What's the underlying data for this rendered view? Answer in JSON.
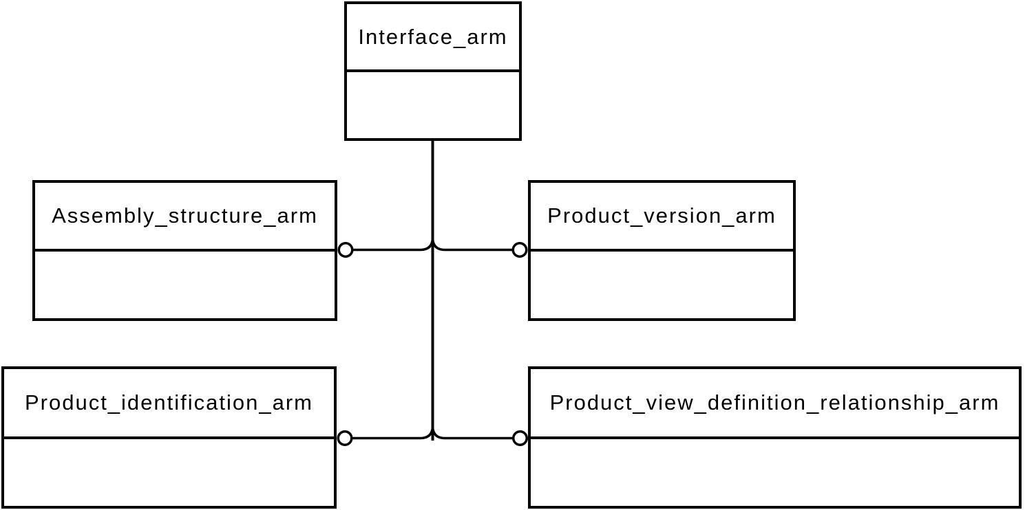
{
  "diagram": {
    "kind": "schema-interface-diagram",
    "background_color": "#ffffff",
    "line_color": "#000000",
    "node_fill_color": "#ffffff",
    "terminator_style": "open-circle",
    "nodes": [
      {
        "id": "interface_arm",
        "label": "Interface_arm",
        "role": "root"
      },
      {
        "id": "assembly_structure_arm",
        "label": "Assembly_structure_arm",
        "role": "leaf"
      },
      {
        "id": "product_version_arm",
        "label": "Product_version_arm",
        "role": "leaf"
      },
      {
        "id": "product_identification_arm",
        "label": "Product_identification_arm",
        "role": "leaf"
      },
      {
        "id": "product_view_definition_relationship_arm",
        "label": "Product_view_definition_relationship_arm",
        "role": "leaf"
      }
    ],
    "connections": [
      {
        "from": "interface_arm",
        "to": "assembly_structure_arm",
        "terminator": "circle"
      },
      {
        "from": "interface_arm",
        "to": "product_version_arm",
        "terminator": "circle"
      },
      {
        "from": "interface_arm",
        "to": "product_identification_arm",
        "terminator": "circle"
      },
      {
        "from": "interface_arm",
        "to": "product_view_definition_relationship_arm",
        "terminator": "circle"
      }
    ]
  }
}
